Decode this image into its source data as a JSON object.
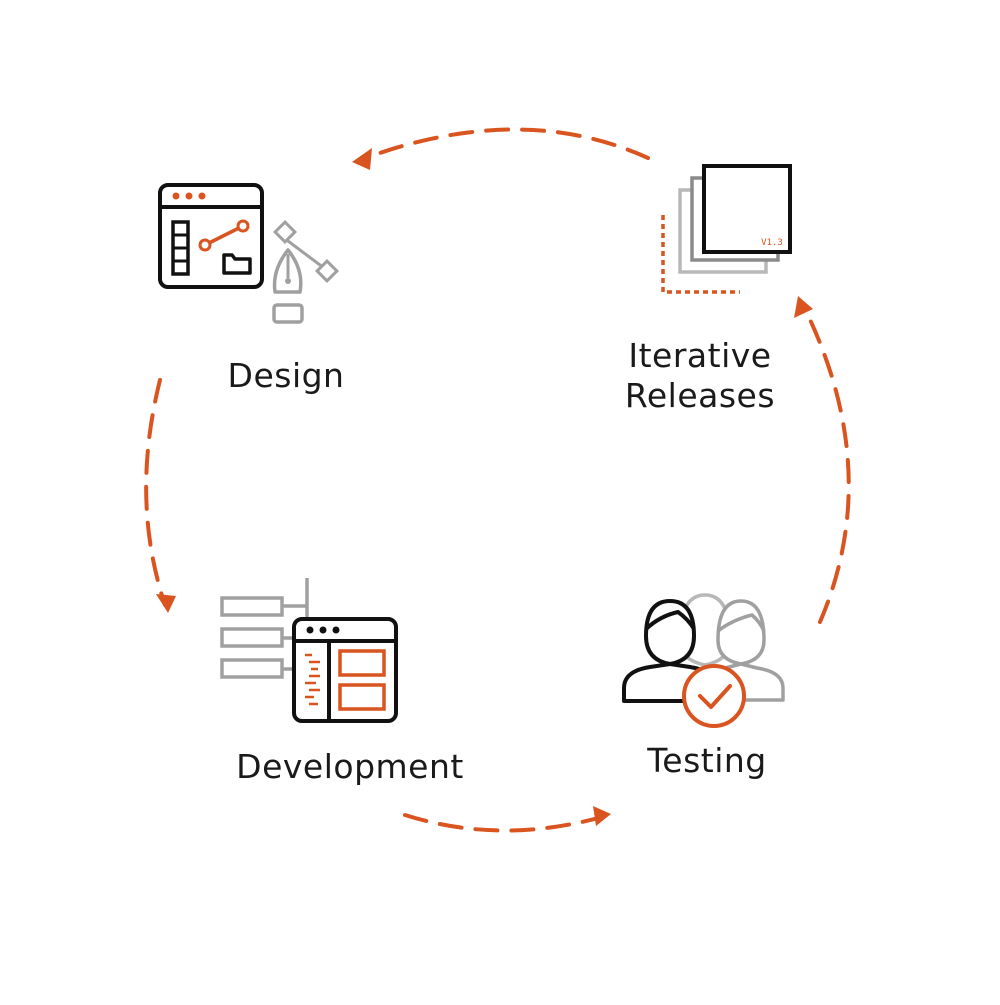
{
  "colors": {
    "accent": "#d9541f",
    "dark": "#111111",
    "gray": "#a0a0a0",
    "background": "#ffffff"
  },
  "stages": {
    "design": {
      "label": "Design",
      "icon": "design-tools-icon"
    },
    "iterative": {
      "label_line1": "Iterative",
      "label_line2": "Releases",
      "icon": "version-stack-icon",
      "version_tag": "V1.3"
    },
    "development": {
      "label": "Development",
      "icon": "code-window-icon"
    },
    "testing": {
      "label": "Testing",
      "icon": "users-check-icon"
    }
  },
  "flow": [
    "Design",
    "Development",
    "Testing",
    "Iterative Releases"
  ]
}
